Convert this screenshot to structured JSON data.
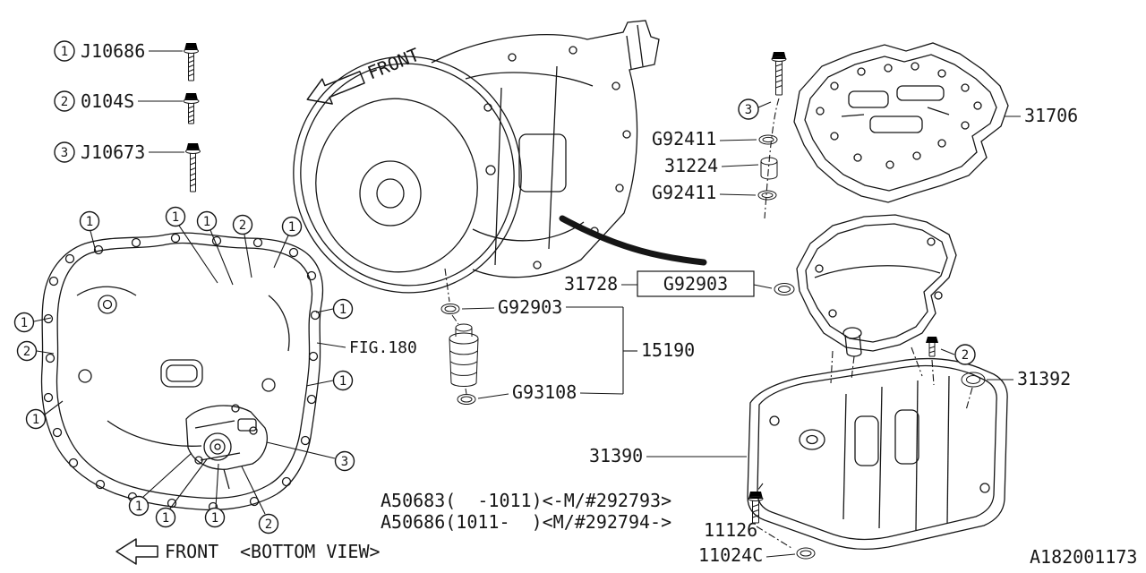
{
  "doc": {
    "number": "A182001173"
  },
  "colors": {
    "ink": "#161616",
    "bg": "#ffffff"
  },
  "legend": {
    "items": [
      {
        "num": "1",
        "code": "J10686"
      },
      {
        "num": "2",
        "code": "0104S"
      },
      {
        "num": "3",
        "code": "J10673"
      }
    ]
  },
  "callouts": {
    "n1": "1",
    "n2": "2",
    "n3": "3"
  },
  "orientation": {
    "front_top": "FRONT",
    "front_bottom": "FRONT",
    "bottom_view": "<BOTTOM VIEW>"
  },
  "figure_ref": "FIG.180",
  "parts": {
    "valve_body": "31706",
    "oring_upper": "G92411",
    "accumulator": "31224",
    "oring_lower": "G92411",
    "strainer": "31728",
    "strainer_oring": "G92903",
    "pipe_oring_upper": "G92903",
    "oil_pipe": "15190",
    "pipe_oring_lower": "G93108",
    "gasket_washer": "31392",
    "oil_pan": "31390",
    "drain_plug": "11126",
    "drain_plug_gasket": "11024C"
  },
  "applicability": [
    "A50683(  -1011)<-M/#292793>",
    "A50686(1011-  )<M/#292794->"
  ]
}
